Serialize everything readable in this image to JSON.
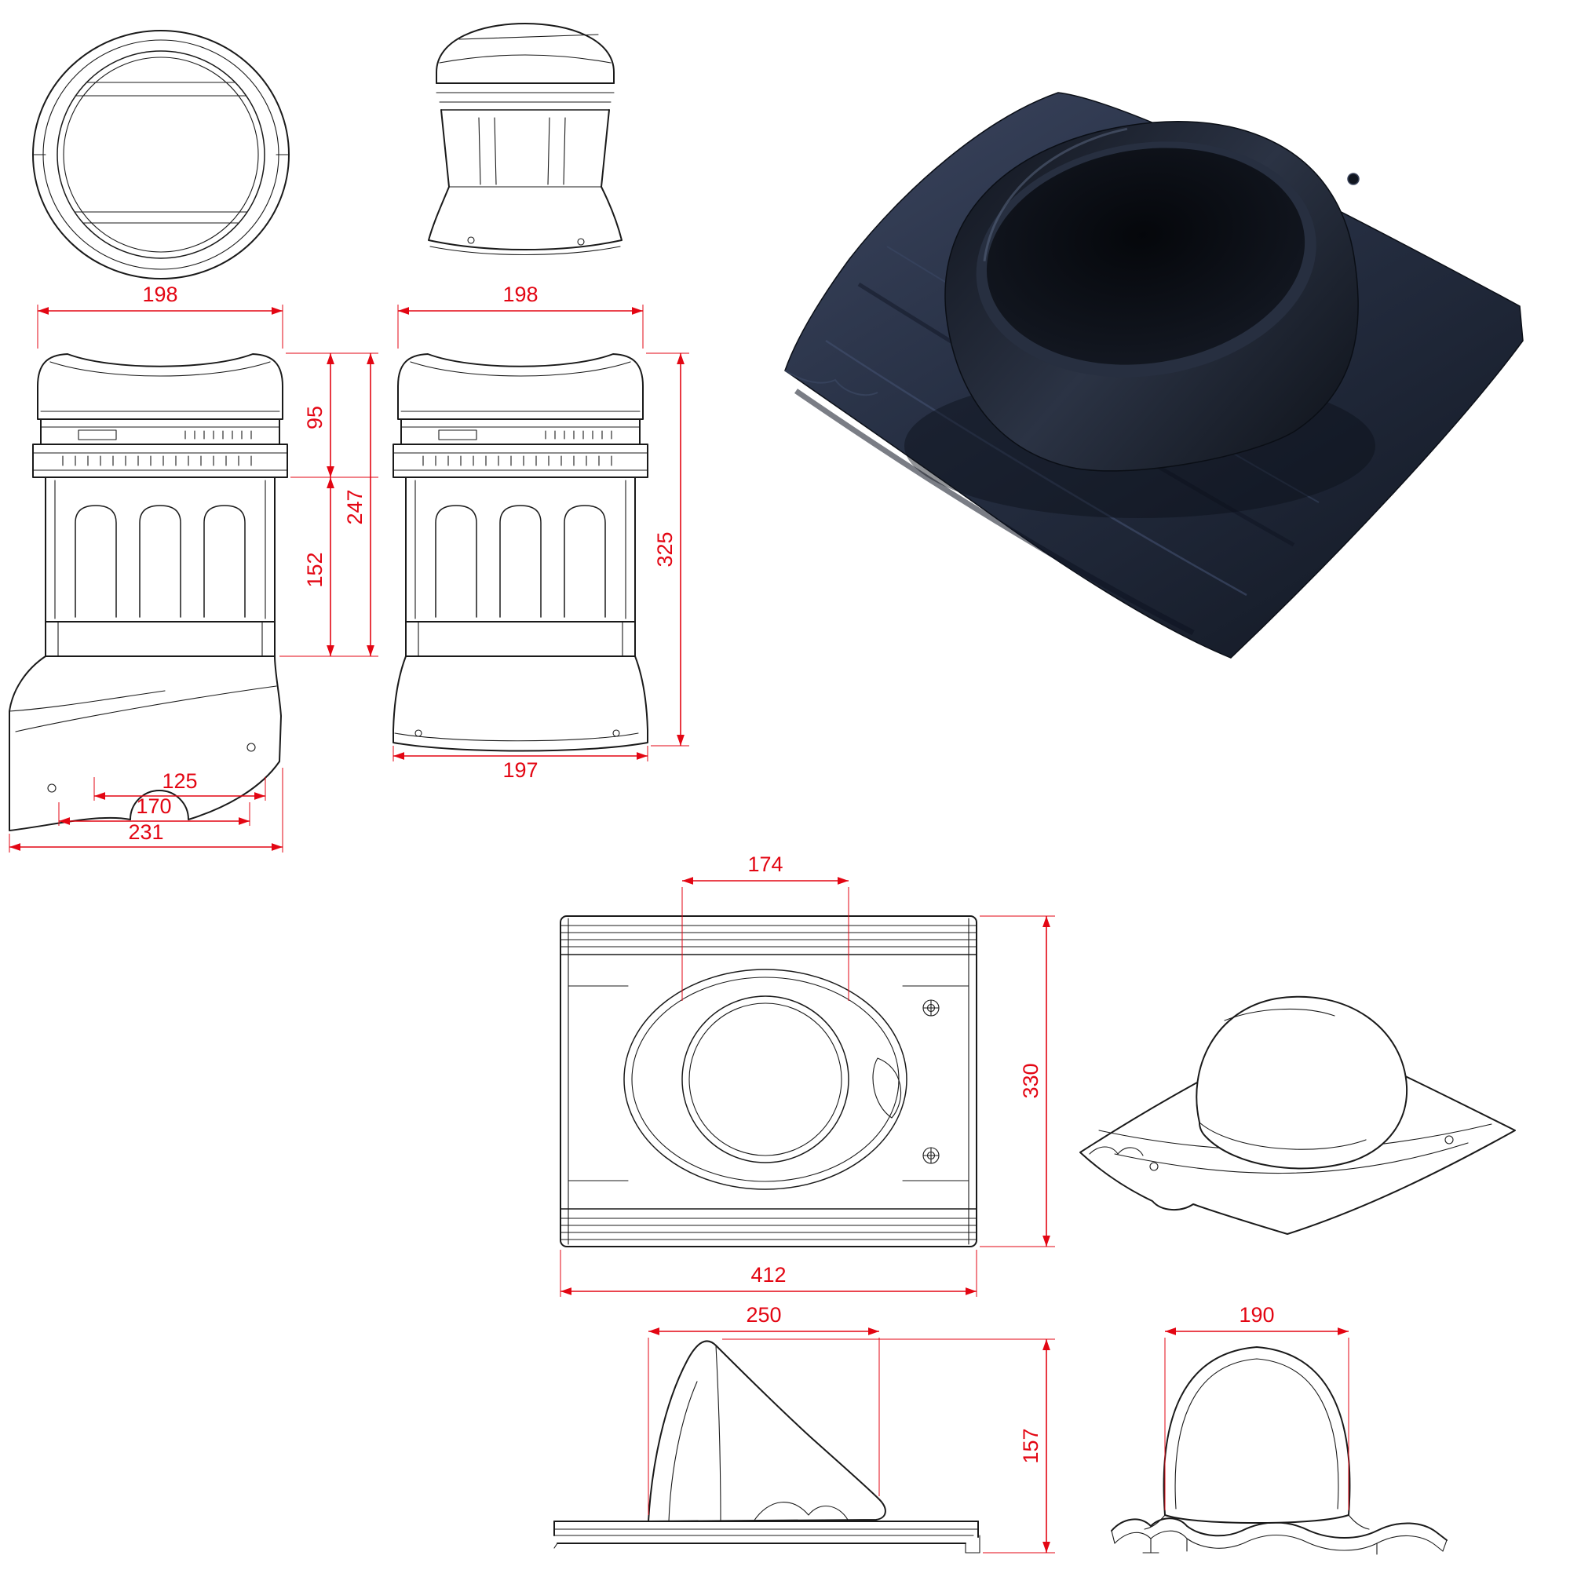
{
  "sheet": {
    "background": "#ffffff",
    "line_color": "#1a1a1a",
    "dimension_color": "#e30613",
    "tile_render_color": "#232b3a"
  },
  "dims": {
    "cap_width_front": "198",
    "cap_width_side": "198",
    "cap_section_height": "95",
    "upper_section_height": "247",
    "body_section_height": "152",
    "vent_total_height": "325",
    "skirt_width": "197",
    "base_width_inner": "125",
    "base_width_mid": "170",
    "base_width_outer": "231",
    "opening_diameter": "174",
    "plate_depth": "330",
    "plate_width": "412",
    "cowl_length": "250",
    "cowl_height": "157",
    "cowl_width": "190"
  }
}
